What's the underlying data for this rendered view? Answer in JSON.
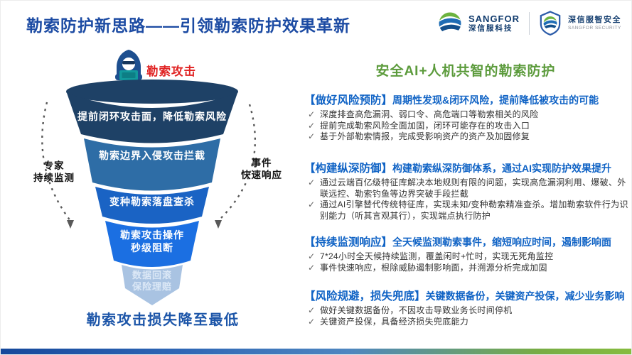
{
  "slide": {
    "title": "勒索防护新思路——引领勒索防护效果革新"
  },
  "brand": {
    "sangfor_name": "SANGFOR",
    "sangfor_cn": "深信服科技",
    "security_cn": "深信服智安全",
    "security_en": "SANGFOR SECURITY"
  },
  "funnel": {
    "attacker_label": "勒索攻击",
    "expert_label_line1": "专家",
    "expert_label_line2": "持续监测",
    "event_label_line1": "事件",
    "event_label_line2": "快速响应",
    "layers": [
      {
        "label": "提前闭环攻击面，降低勒索风险",
        "color": "#1E4166"
      },
      {
        "label": "勒索边界入侵攻击拦截",
        "color": "#2E6DA6"
      },
      {
        "label": "变种勒索落盘查杀",
        "color": "#1A63C4"
      },
      {
        "label": "勒索攻击操作",
        "label2": "秒级阻断",
        "color": "#1B6FE2"
      },
      {
        "label": "数据回滚",
        "label2": "保险理赔",
        "color": "#A9C3E2"
      }
    ],
    "bottom_label": "勒索攻击损失降至最低"
  },
  "panel": {
    "heading": "安全AI+人机共智的勒索防护",
    "bullet_icon": "✓",
    "sections": [
      {
        "tag": "【做好风险预防】",
        "title": "周期性发现&闭环风险，提前降低被攻击的可能",
        "bullets": [
          "深度排查高危漏洞、弱口令、高危端口等勒索相关的风险",
          "提前完成勒索风险全面加固，闭环可能存在的攻击入口",
          "基于外部勒索情报，完成受影响资产的资产及加固修复"
        ]
      },
      {
        "tag": "【构建纵深防御】",
        "title": "构建勒索纵深防御体系，通过AI实现防护效果提升",
        "bullets": [
          "通过云端百亿级特征库解决本地规则有限的问题，实现高危漏洞利用、爆破、外联远控、勒索钓鱼等边界突破手段拦截",
          "通过AI引擎替代传统特征库，实现未知/变种勒索精准查杀。增加勒索软件行为识别能力（听其言观其行），实现端点执行防护"
        ]
      },
      {
        "tag": "【持续监测响应】",
        "title": "全天候监测勒索事件，缩短响应时间，遏制影响面",
        "bullets": [
          "7*24小时全天候持续监测，覆盖闲时+忙时，实现无死角监控",
          "事件快速响应，根除威胁遏制影响面，并溯源分析完成加固"
        ]
      },
      {
        "tag": "【风险规避，损失兜底】",
        "title": "关键数据备份，关键资产投保，减少业务影响",
        "bullets": [
          "做好关键数据备份，不因攻击导致业务长时间停机",
          "关键资产投保，具备经济损失兜底能力"
        ]
      }
    ]
  },
  "colors": {
    "title_blue": "#1C4BA3",
    "section_heading_blue": "#1063C5",
    "panel_heading_green": "#5C9B3C",
    "attacker_red": "#E02222",
    "bottom_label_blue": "#1C55A8",
    "footer_gradient_left": "#15489B",
    "footer_gradient_mid": "#4E86C0",
    "footer_gradient_right": "#86BC3F"
  }
}
